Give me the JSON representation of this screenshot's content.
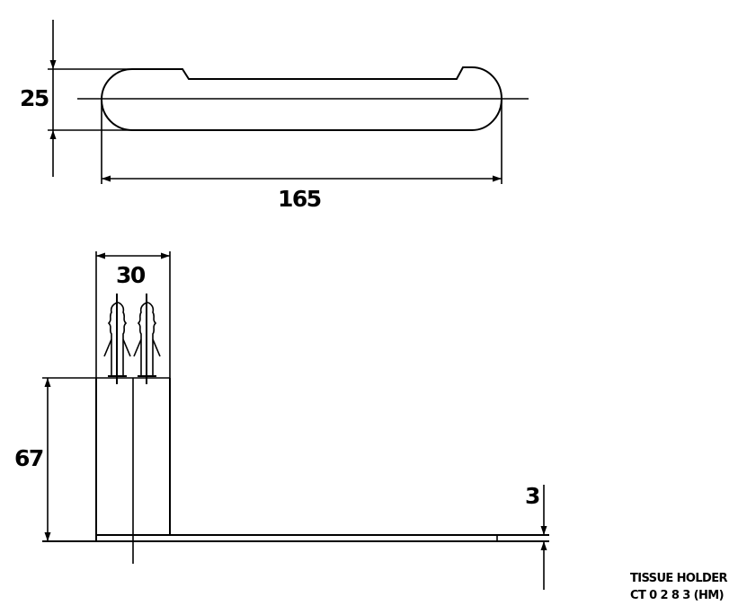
{
  "drawing": {
    "title_line1": "TISSUE HOLDER",
    "title_line2": "CT 0 2 8 3 (HM)"
  },
  "dimensions": {
    "top_height": "25",
    "top_length": "165",
    "bracket_width": "30",
    "bracket_height": "67",
    "base_thickness": "3"
  },
  "colors": {
    "line": "#000000",
    "background": "#ffffff"
  }
}
